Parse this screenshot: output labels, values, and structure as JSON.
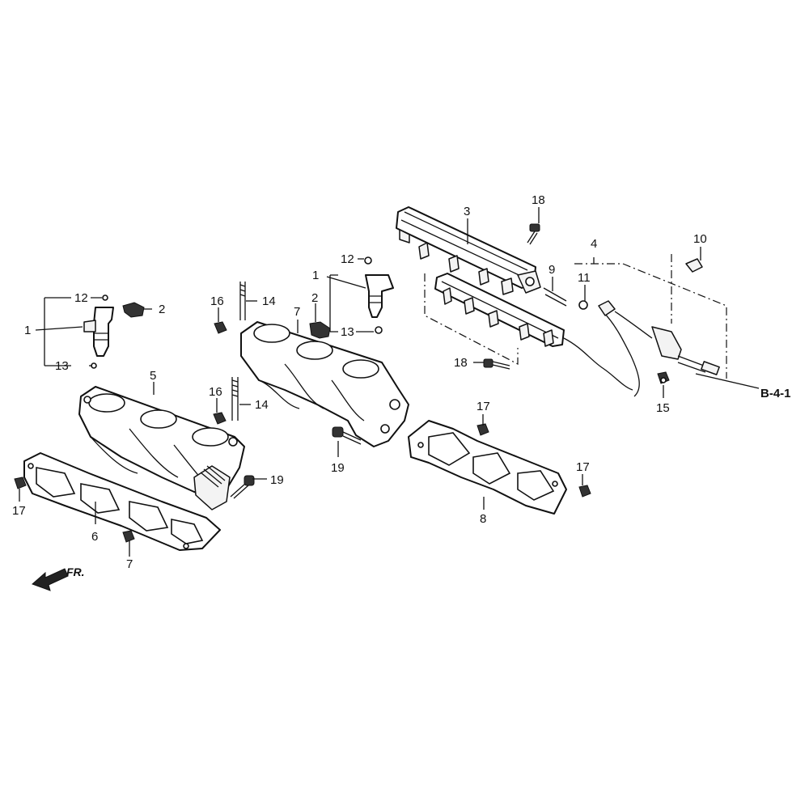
{
  "callouts": {
    "c1_left": "1",
    "c12_left": "12",
    "c13_left": "13",
    "c2_left": "2",
    "c5": "5",
    "c6": "6",
    "c17_left": "17",
    "c7_bottom": "7",
    "c16_a": "16",
    "c14_a": "14",
    "c16_b": "16",
    "c14_b": "14",
    "c19_left": "19",
    "c7_mid": "7",
    "c2_mid": "2",
    "c1_mid": "1",
    "c12_mid": "12",
    "c13_mid": "13",
    "c19_mid": "19",
    "c3": "3",
    "c18_top": "18",
    "c4": "4",
    "c9": "9",
    "c11": "11",
    "c10": "10",
    "c18_mid": "18",
    "c15": "15",
    "c17_mid": "17",
    "c17_right": "17",
    "c8": "8"
  },
  "reference": "B-4-1",
  "direction": "FR."
}
